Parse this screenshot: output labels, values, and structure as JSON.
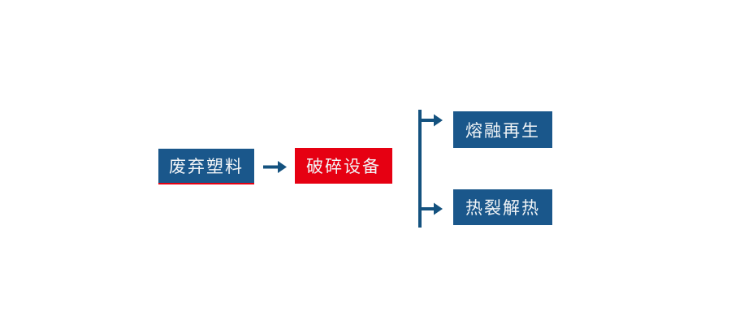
{
  "diagram": {
    "title": "waste-plastic-recycling-flowchart",
    "colors": {
      "box_blue": "#1a578b",
      "box_red": "#e60012",
      "connector_blue": "#14527f",
      "underline_red": "#e60012",
      "label_text": "#f2f5f7",
      "background": "#ffffff"
    },
    "nodes": [
      {
        "id": "waste-plastic",
        "label": "废弃塑料",
        "shape": "rect",
        "fill": "blue",
        "note": "red underline at bottom"
      },
      {
        "id": "crusher-equipment",
        "label": "破碎设备",
        "shape": "rect",
        "fill": "red"
      },
      {
        "id": "melt-regeneration",
        "label": "熔融再生",
        "shape": "rect",
        "fill": "blue"
      },
      {
        "id": "pyrolysis-heat",
        "label": "热裂解热",
        "shape": "rect",
        "fill": "blue"
      }
    ],
    "edges": [
      {
        "from": "废弃塑料",
        "to": "破碎设备",
        "style": "arrow-right"
      },
      {
        "from": "破碎设备",
        "to": "熔融再生",
        "style": "branch-arrow-right"
      },
      {
        "from": "破碎设备",
        "to": "热裂解热",
        "style": "branch-arrow-right"
      }
    ]
  }
}
